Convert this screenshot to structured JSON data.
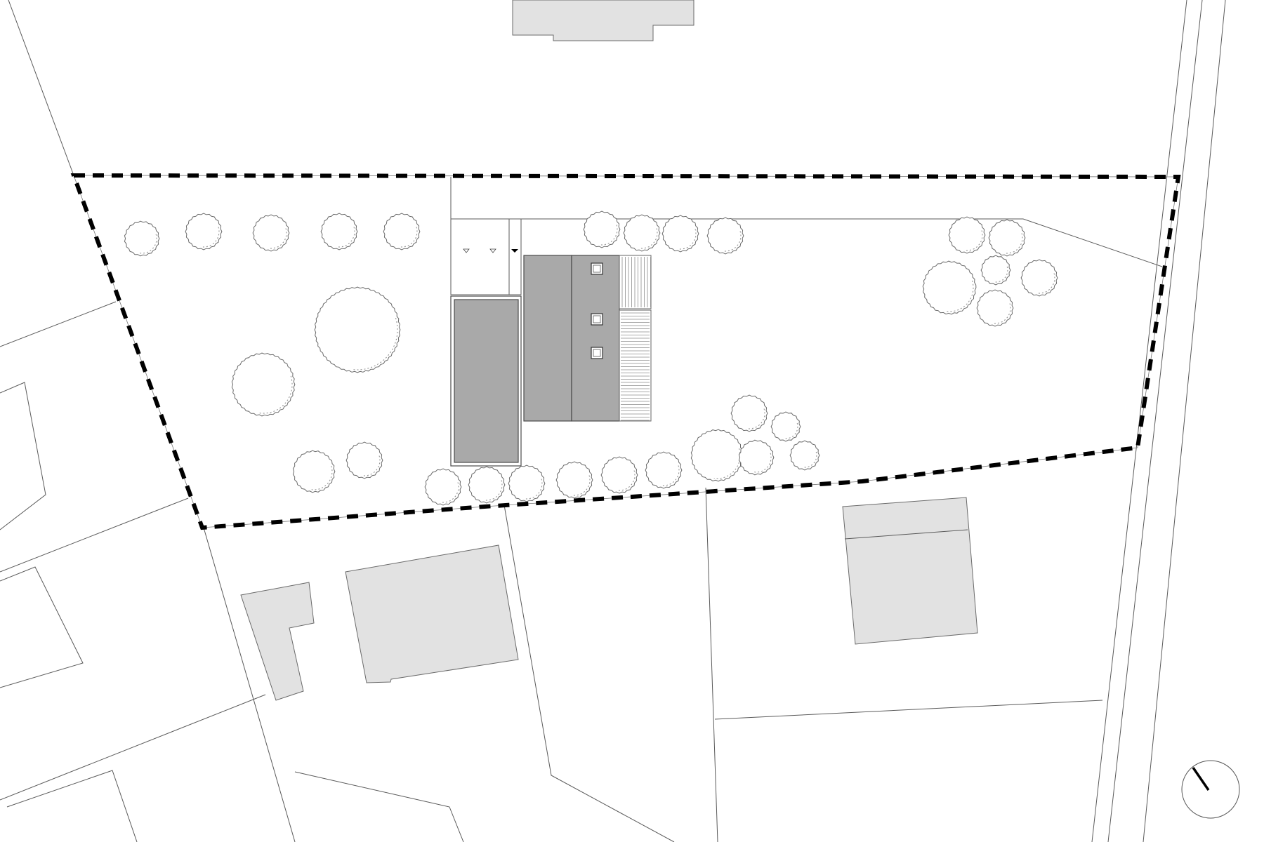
{
  "drawing": {
    "kind": "site-plan",
    "colors": {
      "background": "#ffffff",
      "neighbor_building": "#e2e2e2",
      "house_roof": "#a9a9a9",
      "plot_boundary": "#000000",
      "lines": "#5a5a5a"
    },
    "north_arrow": {
      "icon": "north-arrow-icon"
    },
    "trees": {
      "icon": "tree-icon",
      "count": 30
    },
    "neighbor_buildings": {
      "count": 4
    }
  }
}
